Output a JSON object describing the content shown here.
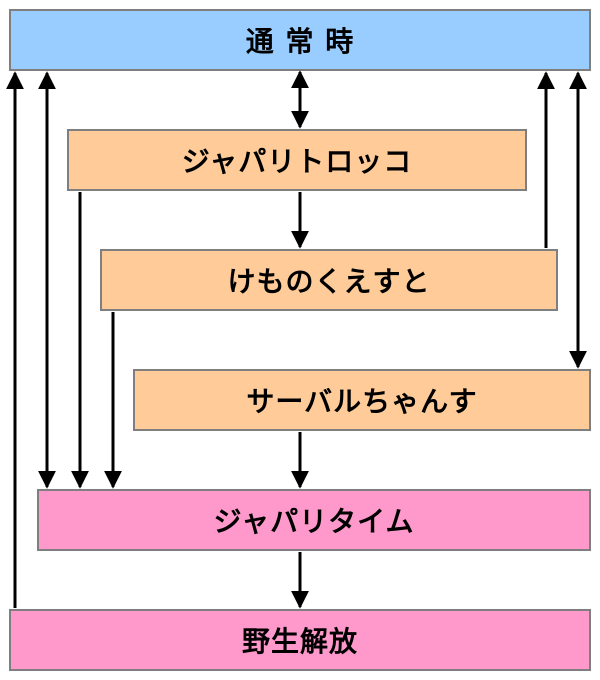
{
  "diagram": {
    "nodes": [
      {
        "id": "normal",
        "label": "通 常 時",
        "color": "#99ccff"
      },
      {
        "id": "japari_trolley",
        "label": "ジャパリトロッコ",
        "color": "#ffcc99"
      },
      {
        "id": "kemono_quest",
        "label": "けものくえすと",
        "color": "#ffcc99"
      },
      {
        "id": "serval_chance",
        "label": "サーバルちゃんす",
        "color": "#ffcc99"
      },
      {
        "id": "japari_time",
        "label": "ジャパリタイム",
        "color": "#ff99cc"
      },
      {
        "id": "yasei_kaiho",
        "label": "野生解放",
        "color": "#ff99cc"
      }
    ],
    "edges": [
      {
        "from": "normal",
        "to": "japari_trolley",
        "bidirectional": true
      },
      {
        "from": "japari_trolley",
        "to": "kemono_quest"
      },
      {
        "from": "japari_trolley",
        "to": "japari_time"
      },
      {
        "from": "kemono_quest",
        "to": "japari_time"
      },
      {
        "from": "kemono_quest",
        "to": "normal"
      },
      {
        "from": "normal",
        "to": "serval_chance",
        "bidirectional": true
      },
      {
        "from": "serval_chance",
        "to": "japari_time"
      },
      {
        "from": "normal",
        "to": "japari_time",
        "bidirectional": true
      },
      {
        "from": "japari_time",
        "to": "yasei_kaiho"
      },
      {
        "from": "yasei_kaiho",
        "to": "normal"
      }
    ]
  }
}
